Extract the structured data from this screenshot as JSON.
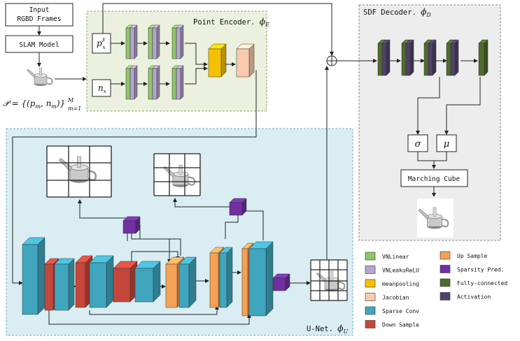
{
  "top": {
    "input_line1": "Input",
    "input_line2": "RGBD Frames",
    "slam": "SLAM Model",
    "pointcloud_eq": "𝒫 = {(p",
    "pointcloud_m": "m",
    "pointcloud_n": ", n",
    "pointcloud_close": ")}",
    "pointcloud_sup": "M",
    "pointcloud_sub": "m=1"
  },
  "encoder": {
    "title": "Point Encoder.",
    "phi": "ϕ",
    "phi_sub": "E",
    "input_p": "p",
    "input_p_sup": "F",
    "input_p_sub": "x",
    "input_n": "n",
    "input_n_sub": "x"
  },
  "decoder": {
    "title": "SDF Decoder.",
    "phi": "ϕ",
    "phi_sub": "D",
    "sigma": "σ",
    "mu": "μ",
    "marching": "Marching Cube"
  },
  "unet": {
    "title": "U-Net.",
    "phi": "ϕ",
    "phi_sub": "U"
  },
  "legend": [
    {
      "label": "VNLinear",
      "color": "#8fc66a"
    },
    {
      "label": "VNLeakuReLU",
      "color": "#b6a3d0"
    },
    {
      "label": "meanpooling",
      "color": "#f6c000"
    },
    {
      "label": "Jacobian",
      "color": "#f8cbad"
    },
    {
      "label": "Sparse Conv",
      "color": "#3fa6be"
    },
    {
      "label": "Down Sample",
      "color": "#c5473b"
    },
    {
      "label": "Up Sample",
      "color": "#f5a256"
    },
    {
      "label": "Sparsity Pred.",
      "color": "#7030a0"
    },
    {
      "label": "Fully-connected",
      "color": "#4e6b2c"
    },
    {
      "label": "Activation",
      "color": "#504168"
    }
  ],
  "colors": {
    "encoder_bg": "#ebf1de",
    "decoder_bg": "#ededed",
    "unet_bg": "#d9edf3"
  },
  "icons": [
    "watering-can-icon",
    "voxel-grid-icon",
    "plus-circle-icon"
  ]
}
